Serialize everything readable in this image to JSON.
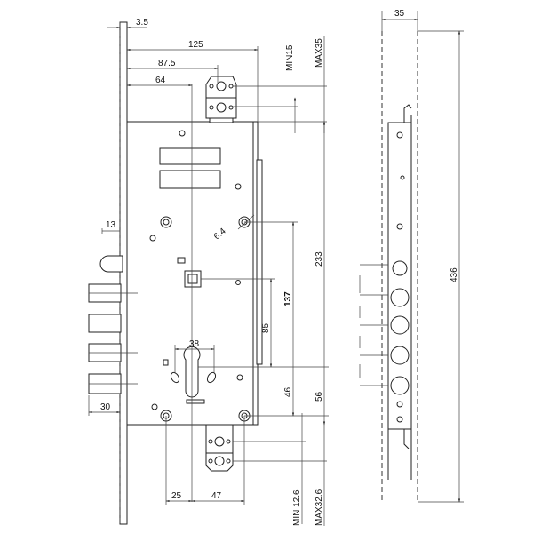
{
  "title": "Mortise lock technical drawing",
  "dimensions": {
    "faceplate_thickness": "3.5",
    "overall_width": "125",
    "width_to_top_hole": "87.5",
    "backset": "64",
    "top_min": "MIN15",
    "top_max": "MAX35",
    "faceplate_offset": "13",
    "hole_diameter": "6.4",
    "case_height": "233",
    "follower_to_bottom_hole": "137",
    "follower_to_cylinder": "85",
    "cylinder_hole_spacing": "38",
    "cylinder_to_bottom_hole": "46",
    "cylinder_to_case_bottom": "56",
    "bolt_projection": "30",
    "bottom_left_offset": "25",
    "bottom_right_offset": "47",
    "bottom_min": "MIN 12.6",
    "bottom_max": "MAX32.6",
    "side_width": "35",
    "faceplate_length": "436"
  }
}
